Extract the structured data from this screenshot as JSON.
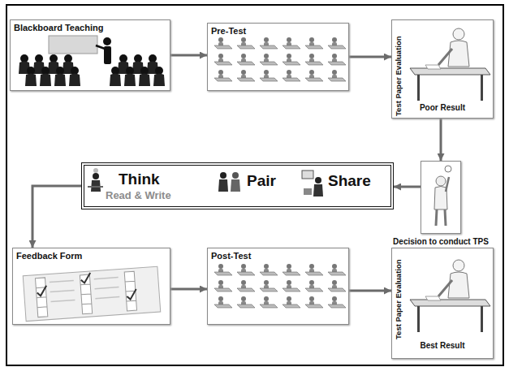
{
  "diagram": {
    "nodes": [
      {
        "text": [
          "Blackboard Teaching"
        ]
      },
      {
        "text": [
          "Pre-Test"
        ]
      },
      {
        "text": [
          "Test Paper Evaluation",
          "Poor Result"
        ]
      },
      {
        "text": [
          "Decision to conduct TPS"
        ]
      },
      {
        "text": [
          "Think",
          "Read & Write",
          "Pair",
          "Share"
        ]
      },
      {
        "text": [
          "Feedback Form"
        ]
      },
      {
        "text": [
          "Post-Test"
        ]
      },
      {
        "text": [
          "Test Paper Evaluation",
          "Best Result"
        ]
      }
    ],
    "edges": [
      {
        "from": 0,
        "to": 1,
        "arrow": "to"
      },
      {
        "from": 1,
        "to": 2,
        "arrow": "to"
      },
      {
        "from": 2,
        "to": 3,
        "arrow": "to"
      },
      {
        "from": 3,
        "to": 4,
        "arrow": "to"
      },
      {
        "from": 4,
        "to": 5,
        "arrow": "to"
      },
      {
        "from": 5,
        "to": 6,
        "arrow": "to"
      },
      {
        "from": 6,
        "to": 7,
        "arrow": "to"
      }
    ]
  }
}
